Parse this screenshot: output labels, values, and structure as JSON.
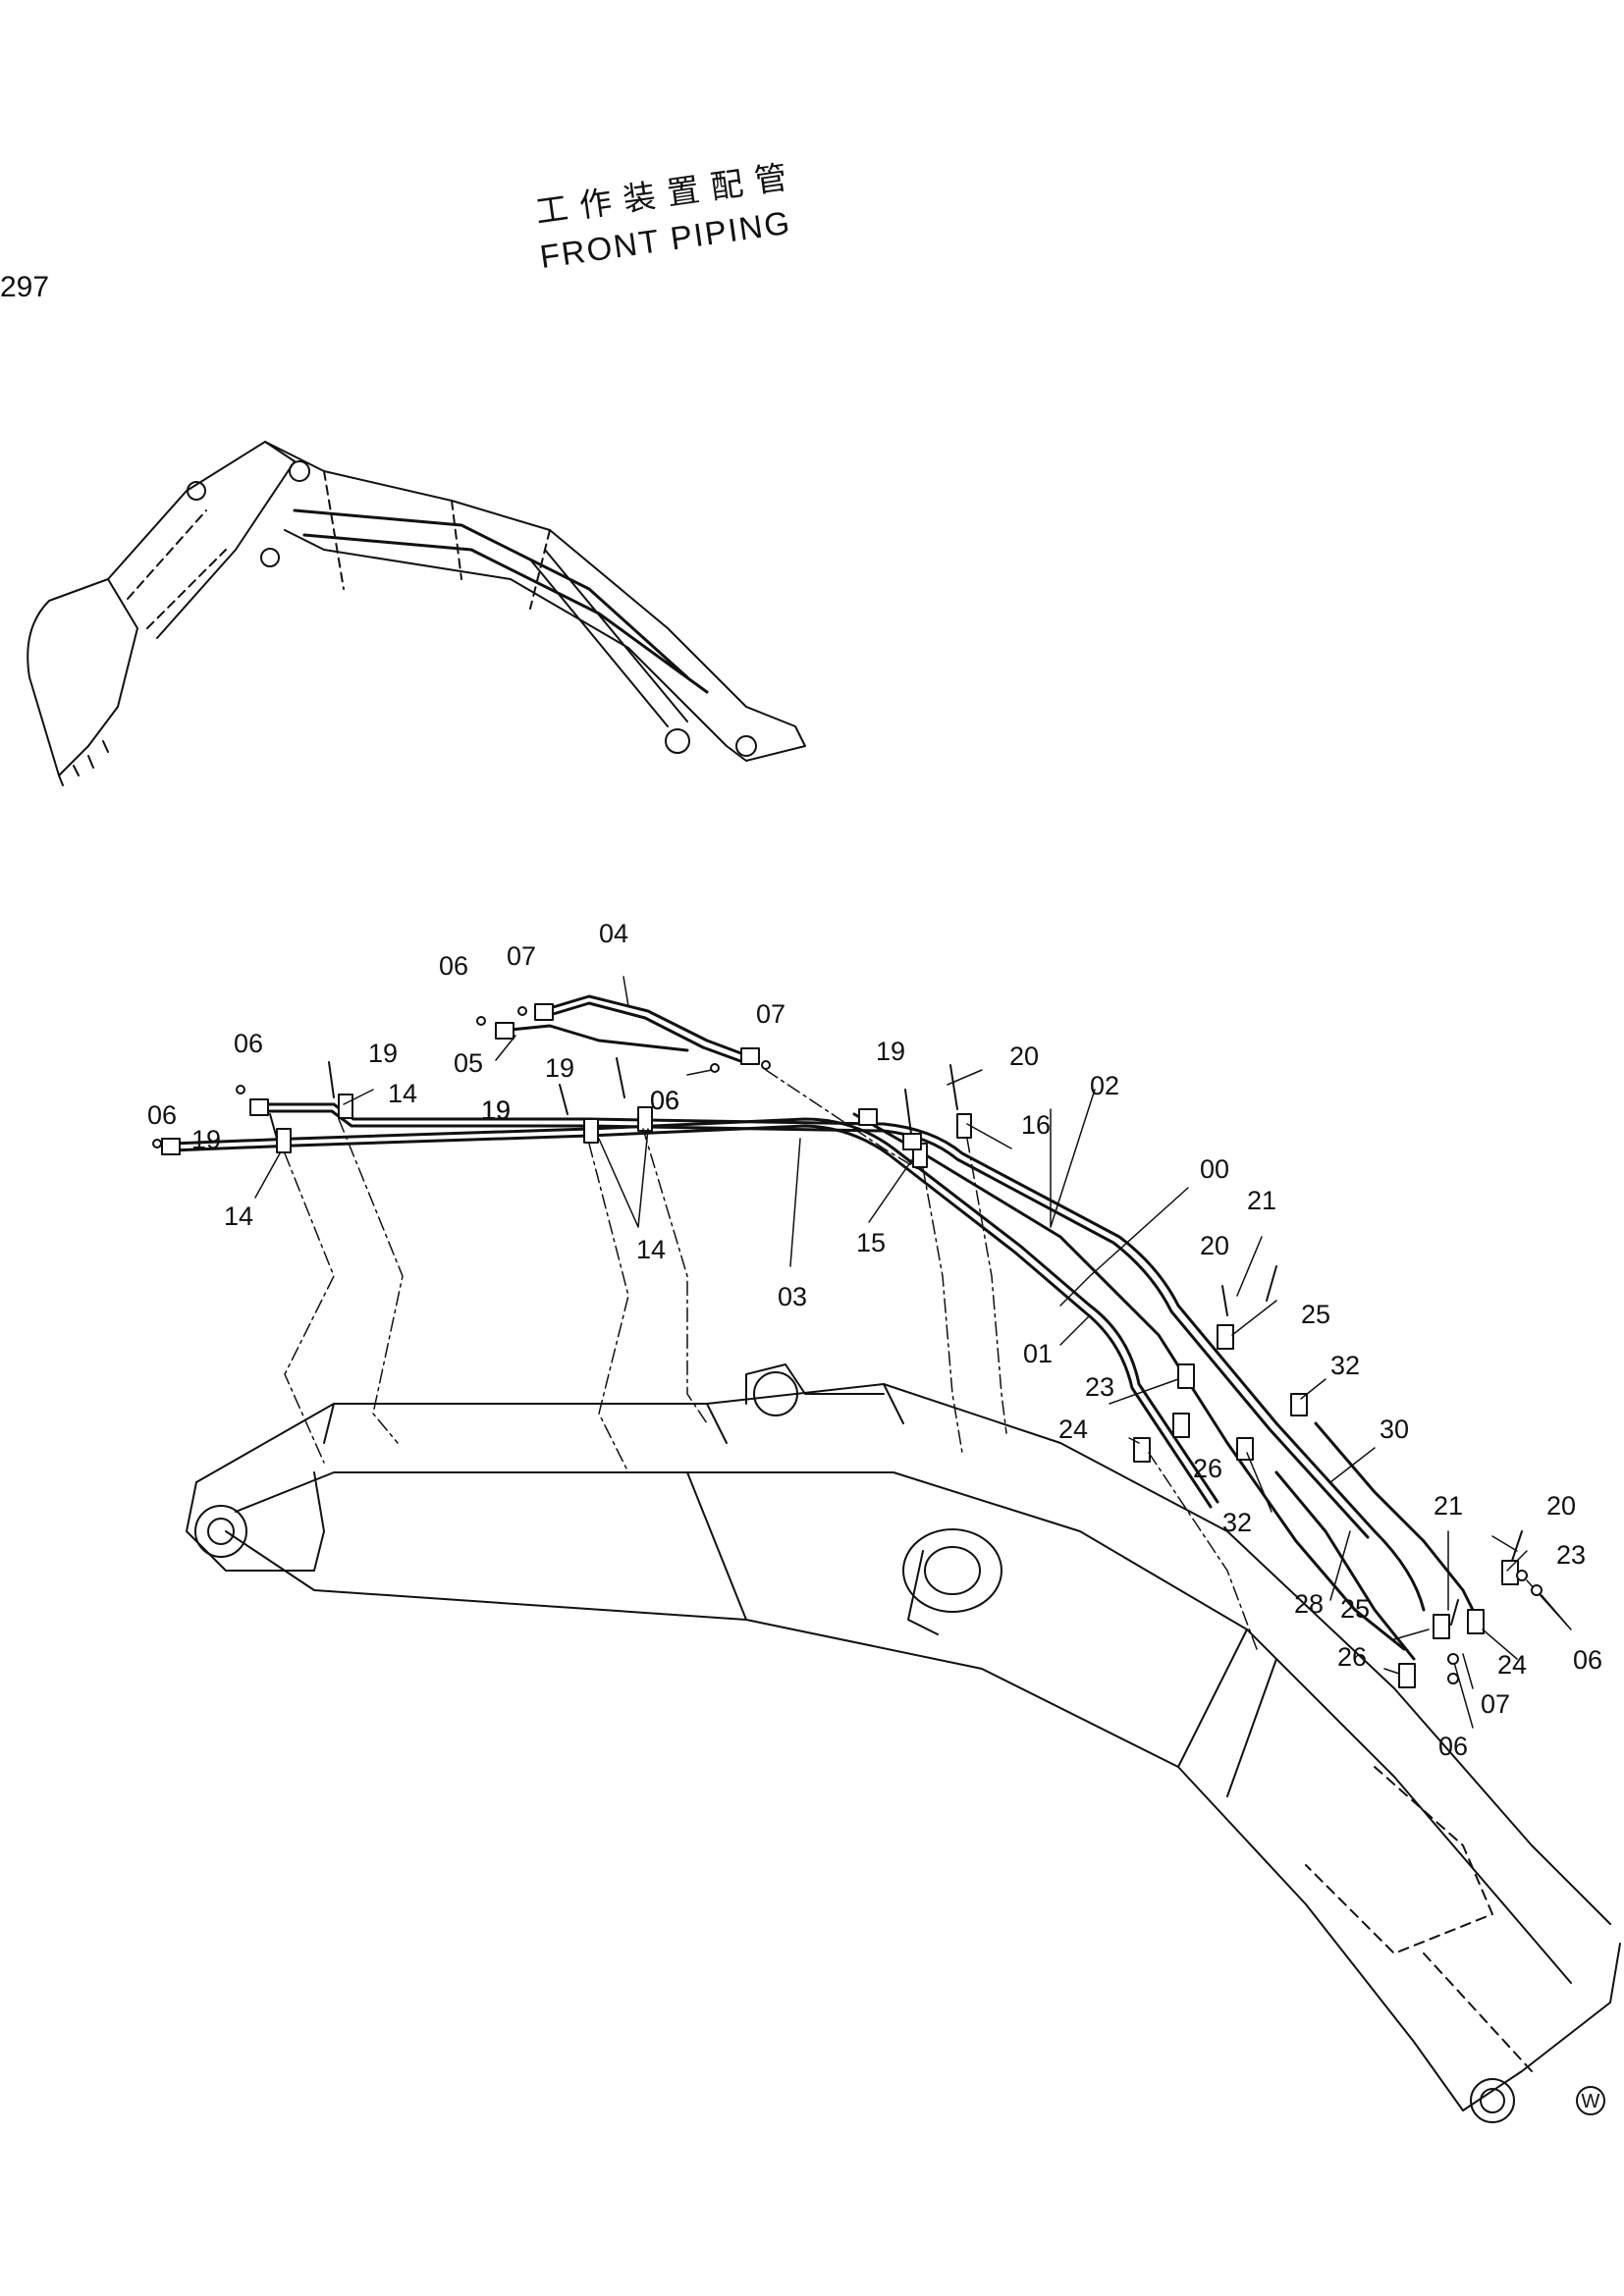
{
  "page_number": "297",
  "title_cn": "工作装置配管",
  "title_en": "FRONT PIPING",
  "corner_mark": "W",
  "callouts": [
    "06",
    "07",
    "04",
    "06",
    "19",
    "05",
    "19",
    "07",
    "19",
    "20",
    "02",
    "06",
    "19",
    "14",
    "19",
    "06",
    "16",
    "00",
    "06",
    "19",
    "14",
    "14",
    "15",
    "03",
    "21",
    "20",
    "25",
    "01",
    "32",
    "23",
    "24",
    "26",
    "30",
    "32",
    "21",
    "20",
    "23",
    "25",
    "24",
    "06",
    "26",
    "07",
    "06",
    "28"
  ]
}
